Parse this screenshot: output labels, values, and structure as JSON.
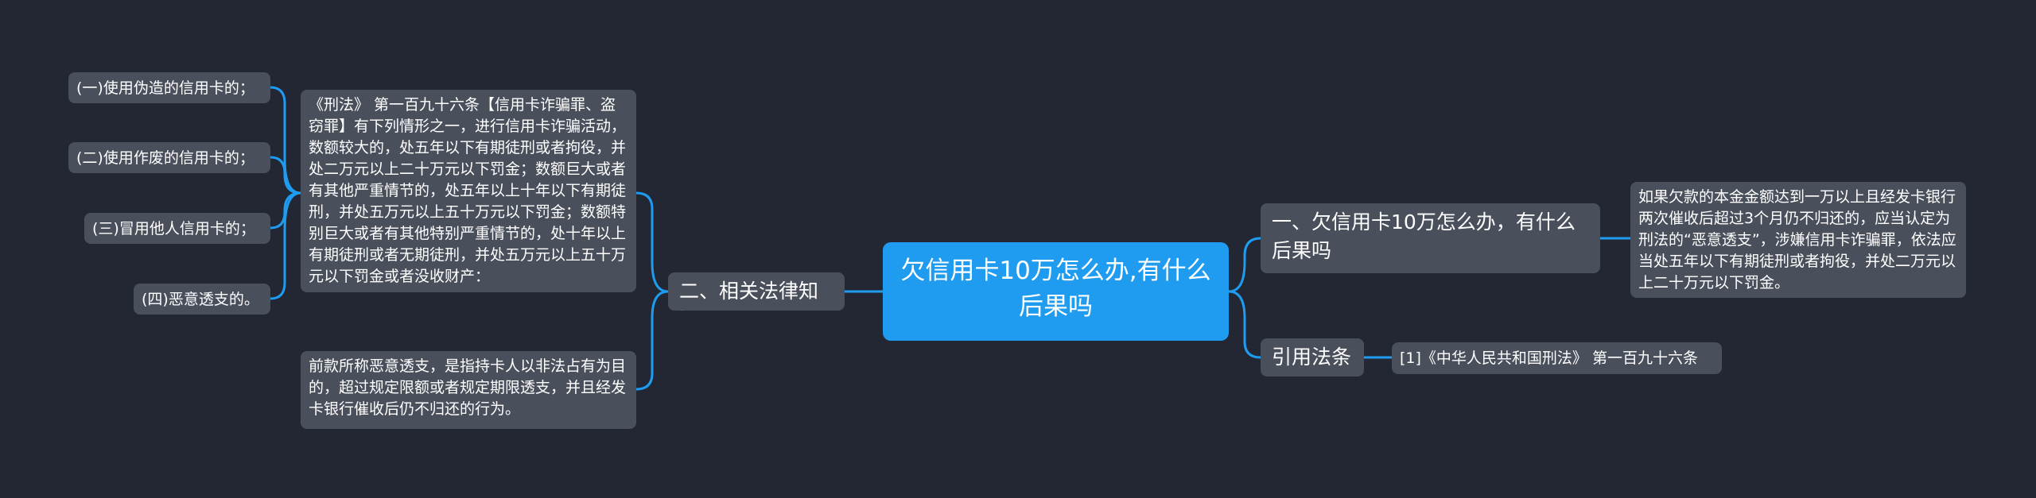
{
  "root": {
    "label": "欠信用卡10万怎么办,有什么后果吗"
  },
  "left_branch": {
    "label": "二、相关法律知识",
    "article_text": "《刑法》 第一百九十六条【信用卡诈骗罪、盗窃罪】有下列情形之一，进行信用卡诈骗活动，数额较大的，处五年以下有期徒刑或者拘役，并处二万元以上二十万元以下罚金；数额巨大或者有其他严重情节的，处五年以上十年以下有期徒刑，并处五万元以上五十万元以下罚金；数额特别巨大或者有其他特别严重情节的，处十年以上有期徒刑或者无期徒刑，并处五万元以上五十万元以下罚金或者没收财产：",
    "items": [
      "(一)使用伪造的信用卡的；",
      "(二)使用作废的信用卡的；",
      "(三)冒用他人信用卡的；",
      "(四)恶意透支的。"
    ],
    "definition_text": "前款所称恶意透支，是指持卡人以非法占有为目的，超过规定限额或者规定期限透支，并且经发卡银行催收后仍不归还的行为。"
  },
  "right_branch_1": {
    "label": "一、欠信用卡10万怎么办，有什么后果吗",
    "detail": "如果欠款的本金金额达到一万以上且经发卡银行两次催收后超过3个月仍不归还的，应当认定为刑法的“恶意透支”，涉嫌信用卡诈骗罪，依法应当处五年以下有期徒刑或者拘役，并处二万元以上二十万元以下罚金。"
  },
  "right_branch_2": {
    "label": "引用法条",
    "citation": "[1]《中华人民共和国刑法》 第一百九十六条"
  },
  "colors": {
    "background": "#222733",
    "node": "#4a4f5c",
    "root": "#1f9cf0",
    "connector": "#1f9cf0",
    "text": "#ffffff"
  }
}
